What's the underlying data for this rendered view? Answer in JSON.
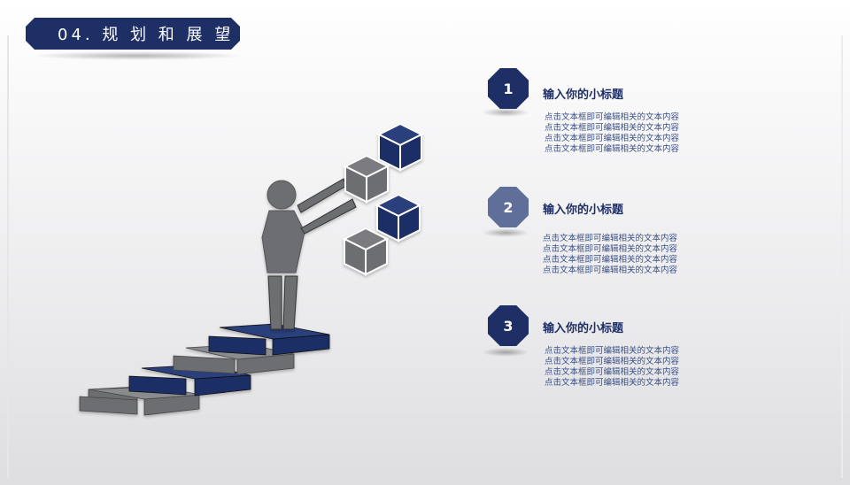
{
  "header": {
    "title": "04. 规 划 和 展 望"
  },
  "colors": {
    "navy": "#1e2f66",
    "slate": "#5f6f9a",
    "gray": "#6d6e71"
  },
  "items": [
    {
      "number": "1",
      "subtitle": "输入你的小标题",
      "lines": [
        "点击文本框即可编辑相关的文本内容",
        "点击文本框即可编辑相关的文本内容",
        "点击文本框即可编辑相关的文本内容",
        "点击文本框即可编辑相关的文本内容"
      ]
    },
    {
      "number": "2",
      "subtitle": "输入你的小标题",
      "lines": [
        "点击文本框即可编辑相关的文本内容",
        "点击文本框即可编辑相关的文本内容",
        "点击文本框即可编辑相关的文本内容",
        "点击文本框即可编辑相关的文本内容"
      ]
    },
    {
      "number": "3",
      "subtitle": "输入你的小标题",
      "lines": [
        "点击文本框即可编辑相关的文本内容",
        "点击文本框即可编辑相关的文本内容",
        "点击文本框即可编辑相关的文本内容",
        "点击文本框即可编辑相关的文本内容"
      ]
    }
  ]
}
